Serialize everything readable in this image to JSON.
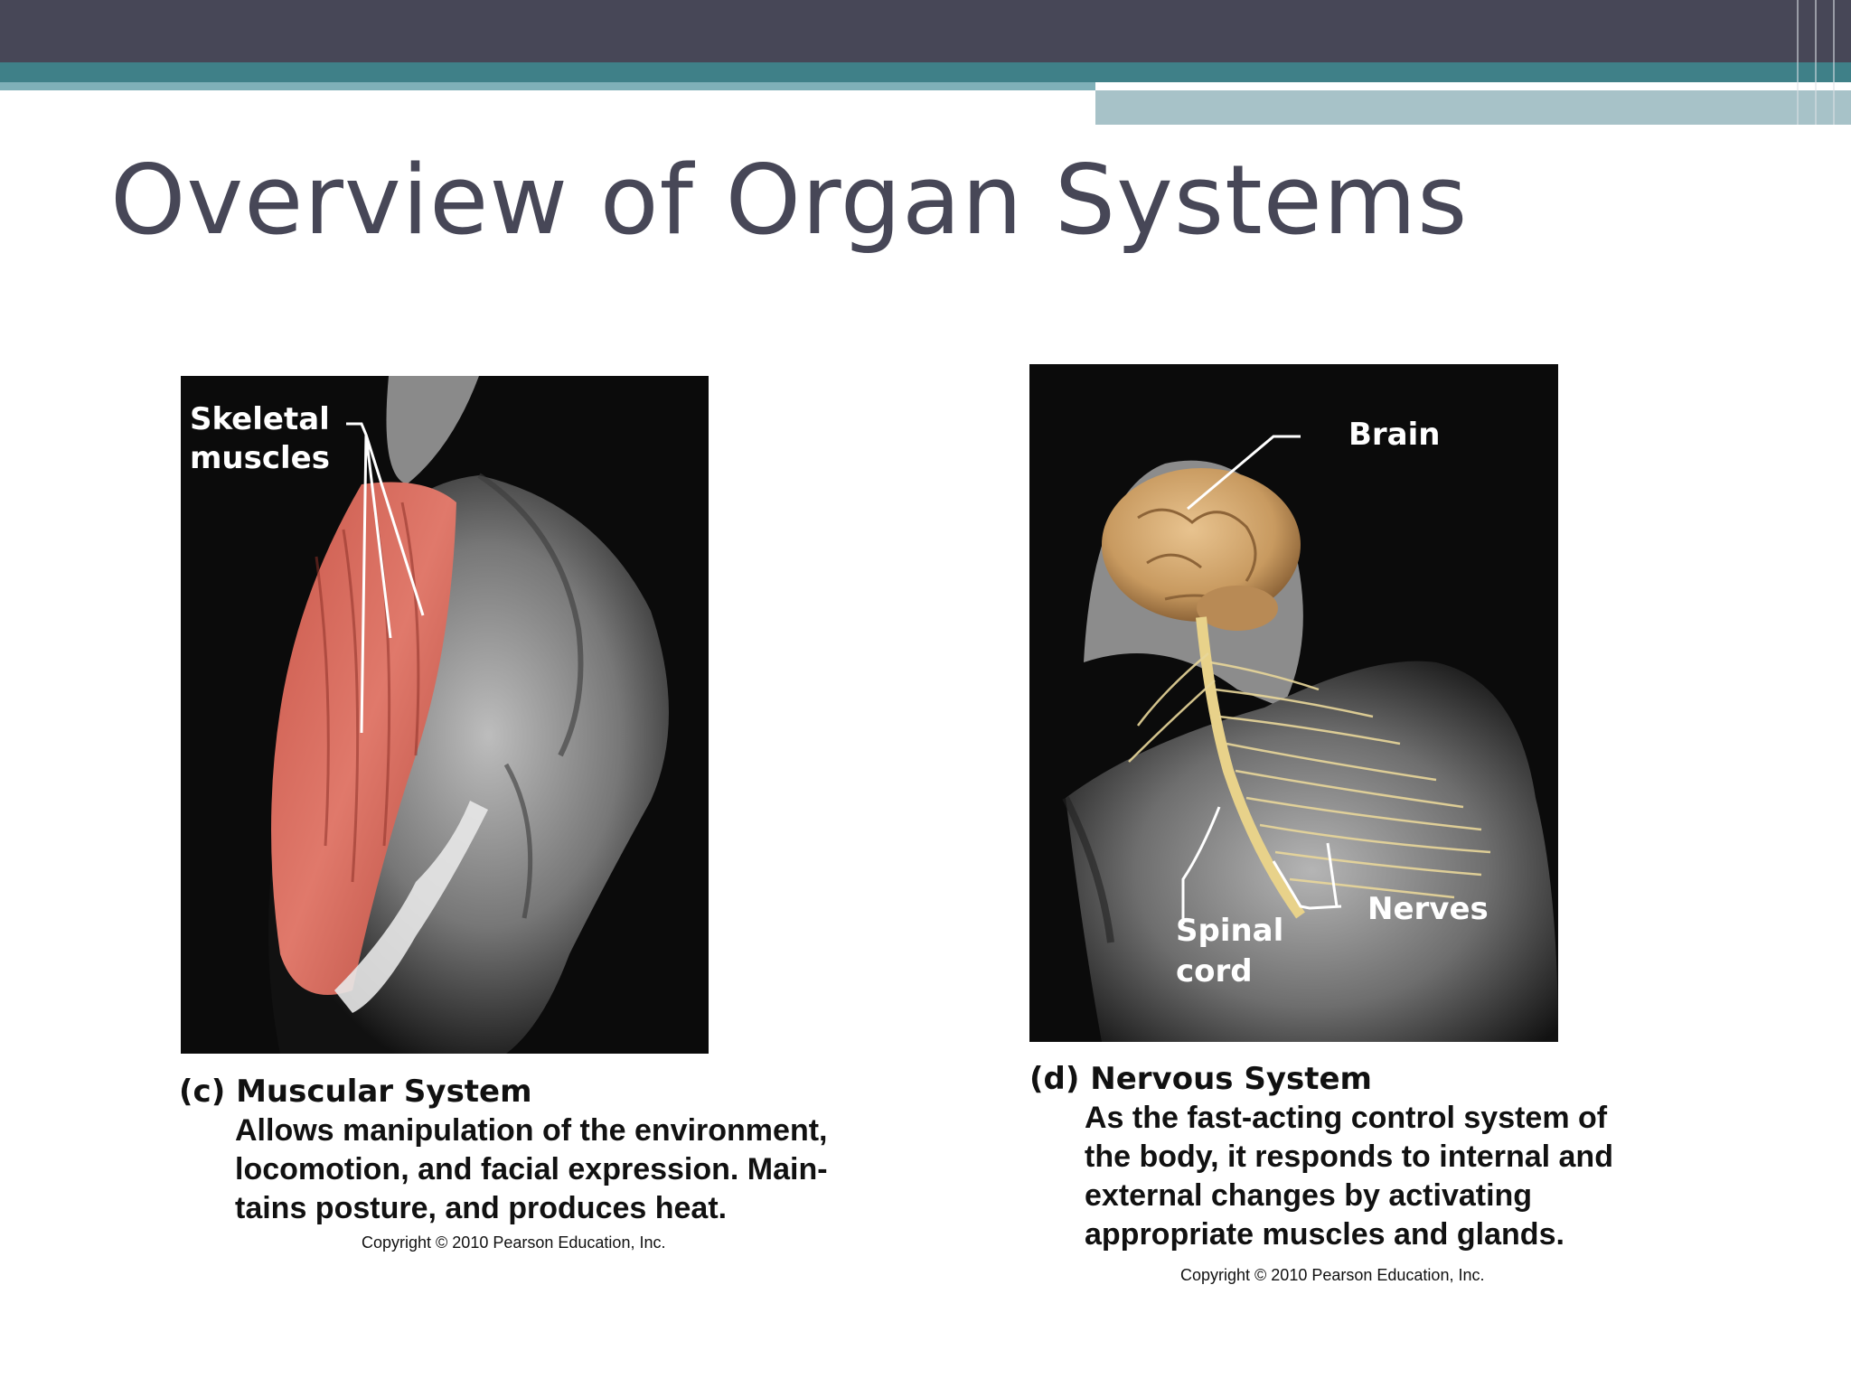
{
  "slide": {
    "title": "Overview of Organ Systems",
    "accent_colors": {
      "top_bar": "#474757",
      "teal": "#3f8088",
      "light_teal": "#a7c2c8"
    }
  },
  "muscular": {
    "label_line1": "Skeletal",
    "label_line2": "muscles",
    "caption_prefix": "(c)",
    "caption_title": "Muscular System",
    "body_lines": [
      "Allows manipulation of the environment,",
      "locomotion, and facial expression. Main-",
      "tains posture, and produces heat."
    ],
    "copyright": "Copyright © 2010 Pearson Education, Inc."
  },
  "nervous": {
    "label_brain": "Brain",
    "label_nerves": "Nerves",
    "label_spinal_line1": "Spinal",
    "label_spinal_line2": "cord",
    "caption_prefix": "(d)",
    "caption_title": "Nervous System",
    "body_lines": [
      "As the fast-acting control system of",
      "the body, it responds to internal and",
      "external changes by activating",
      "appropriate muscles and glands."
    ],
    "copyright": "Copyright © 2010 Pearson Education, Inc."
  }
}
